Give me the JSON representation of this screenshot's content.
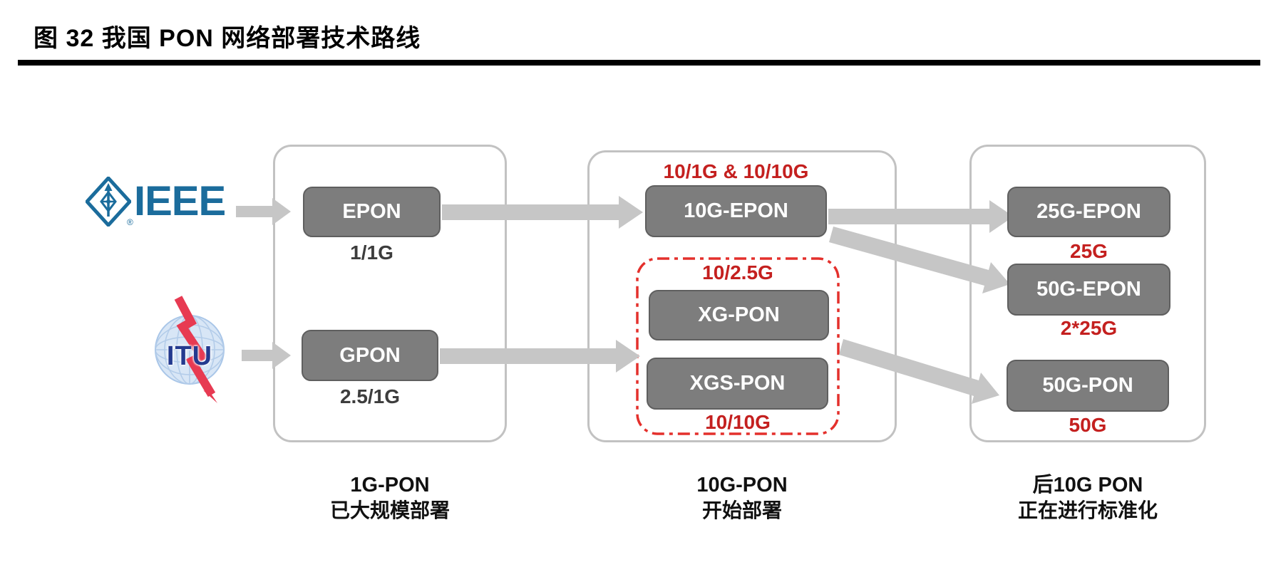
{
  "figure": {
    "title": "图 32 我国 PON 网络部署技术路线"
  },
  "logos": {
    "ieee": "IEEE",
    "ieee_reg": "®",
    "itu": "ITU"
  },
  "stages": [
    {
      "name": "1G-PON",
      "status": "已大规模部署",
      "nodes": [
        {
          "label": "EPON",
          "rate": "1/1G"
        },
        {
          "label": "GPON",
          "rate": "2.5/1G"
        }
      ]
    },
    {
      "name": "10G-PON",
      "status": "开始部署",
      "nodes": [
        {
          "label": "10G-EPON",
          "rate_above": "10/1G & 10/10G"
        }
      ],
      "itu_group": {
        "rate_above": "10/2.5G",
        "rate_below": "10/10G",
        "nodes": [
          {
            "label": "XG-PON"
          },
          {
            "label": "XGS-PON"
          }
        ]
      }
    },
    {
      "name": "后10G PON",
      "status": "正在进行标准化",
      "nodes": [
        {
          "label": "25G-EPON",
          "rate": "25G"
        },
        {
          "label": "50G-EPON",
          "rate": "2*25G"
        },
        {
          "label": "50G-PON",
          "rate": "50G"
        }
      ]
    }
  ],
  "colors": {
    "node_gray": "#7d7d7d",
    "node_border": "#5f5f5f",
    "container_border": "#c2c2c2",
    "arrow_gray": "#c6c6c6",
    "red_text": "#c4201f",
    "red_dash": "#e4302c",
    "ieee_blue": "#1b6c9c",
    "itu_navy": "#243a8f"
  }
}
